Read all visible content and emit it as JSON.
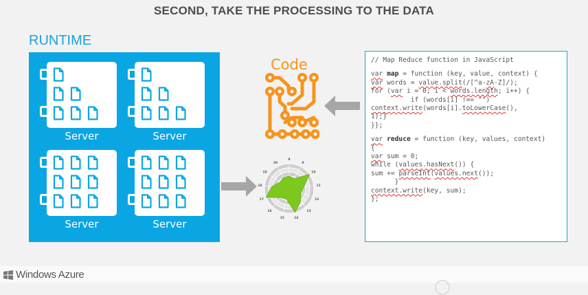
{
  "slide": {
    "title": "SECOND, TAKE THE PROCESSING TO THE DATA"
  },
  "runtime": {
    "label": "RUNTIME",
    "color": "#0aa6e4",
    "servers": [
      {
        "label": "Server",
        "documents": 6
      },
      {
        "label": "Server",
        "documents": 6
      },
      {
        "label": "Server",
        "documents": 9
      },
      {
        "label": "Server",
        "documents": 9
      }
    ]
  },
  "code_graphic": {
    "label": "Code",
    "icon": "circuit-icon",
    "color": "#f7941d"
  },
  "radar_graphic": {
    "icon": "radar-chart-icon",
    "axis_labels": [
      "8",
      "9",
      "10",
      "11",
      "12",
      "13",
      "14",
      "15",
      "16",
      "17",
      "18",
      "19",
      "20"
    ],
    "color": "#7dc81e"
  },
  "code_panel": {
    "comment": "// Map Reduce function in JavaScript",
    "map_lines": [
      "var map = function (key, value, context) {",
      "var words = value.split(/[^a-zA-Z]/);",
      "for (var i = 0; i < words.length; i++) {",
      "          if (words[i] !== \"\")",
      "context.write(words[i].toLowerCase(),",
      "1);}",
      "}};"
    ],
    "reduce_lines": [
      "var reduce = function (key, values, context)",
      "{",
      "var sum = 0;",
      "while (values.hasNext()) {",
      "sum += parseInt(values.next());",
      "      }",
      "context.write(key, sum);",
      "};"
    ]
  },
  "footer": {
    "brand": "Windows Azure"
  }
}
